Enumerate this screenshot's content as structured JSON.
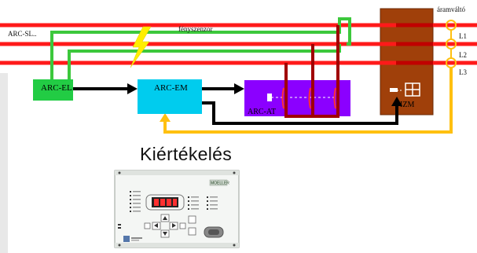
{
  "diagram": {
    "labels": {
      "arc_sl": "ARC-SL..",
      "fenyszenzor": "fényszenzor",
      "aramvalto": "áramváltó",
      "l1": "L1",
      "l2": "L2",
      "l3": "L3",
      "arc_el": "ARC-EL",
      "arc_em": "ARC-EM",
      "arc_at": "ARC-AT",
      "izm": "IZM"
    },
    "title": "Kiértékelés",
    "device_brand": "MOELLER",
    "colors": {
      "bus_line": "#ff1a1a",
      "sensor_fiber": "#3cc83c",
      "arc_el": "#22cc44",
      "arc_em": "#00ccee",
      "arc_at": "#8b00ff",
      "cabinet": "#a0400a",
      "dark_red": "#a00000",
      "feedback": "#ffc010",
      "lightning": "#ffee00",
      "signal": "#000000"
    }
  }
}
